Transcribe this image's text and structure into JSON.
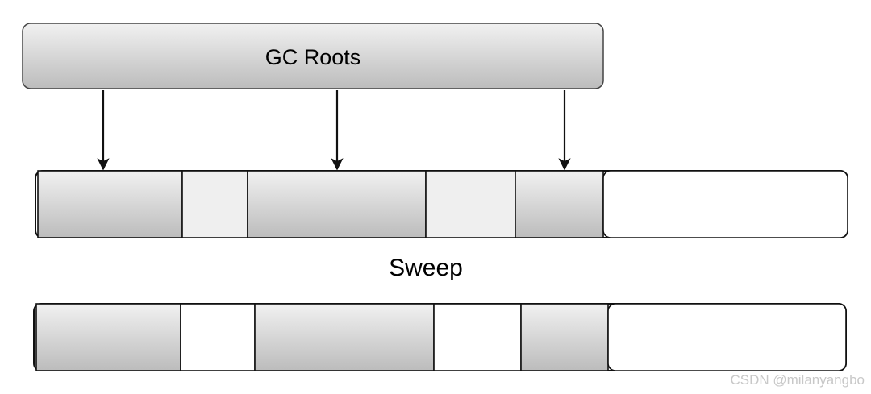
{
  "roots_label": "GC Roots",
  "sweep_label": "Sweep",
  "watermark": "CSDN @milanyangbo",
  "colors": {
    "stroke": "#111111",
    "live_fill_top": "#f1f1f1",
    "live_fill_bottom": "#bcbcbc",
    "garbage_fill": "#efefef",
    "free_fill": "#ffffff",
    "text": "#000000"
  },
  "before_sweep": {
    "segments": [
      {
        "state": "live"
      },
      {
        "state": "garbage"
      },
      {
        "state": "live"
      },
      {
        "state": "garbage"
      },
      {
        "state": "live"
      },
      {
        "state": "free"
      }
    ]
  },
  "after_sweep": {
    "segments": [
      {
        "state": "live"
      },
      {
        "state": "free"
      },
      {
        "state": "live"
      },
      {
        "state": "free"
      },
      {
        "state": "live"
      },
      {
        "state": "free"
      }
    ]
  },
  "root_references": [
    {
      "target_segment": 0
    },
    {
      "target_segment": 2
    },
    {
      "target_segment": 4
    }
  ]
}
